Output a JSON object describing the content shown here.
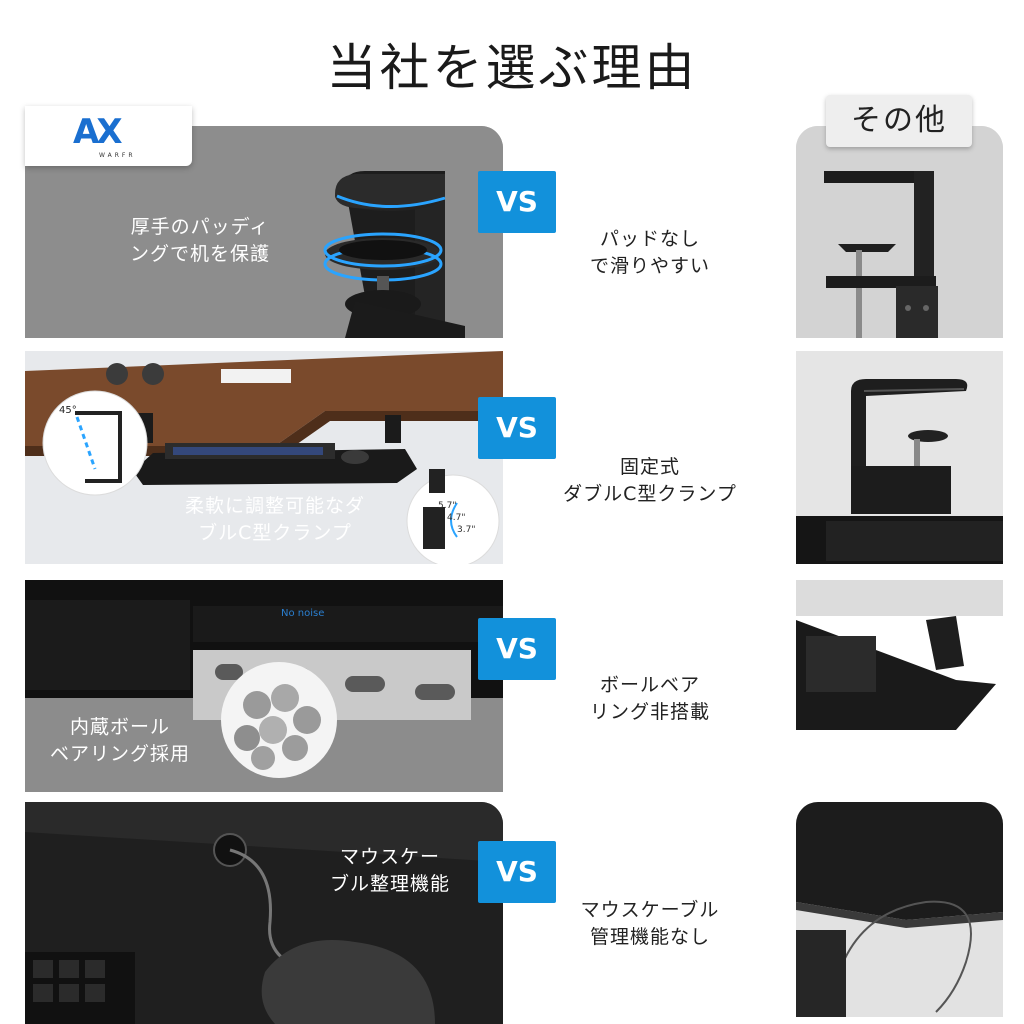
{
  "title": "当社を選ぶ理由",
  "brand": {
    "logo_text": "AX",
    "logo_sub": "WARFR"
  },
  "other_label": "その他",
  "vs_label": "VS",
  "rows": [
    {
      "left": "厚手のパッディ\nングで机を保護",
      "right": "パッドなし\nで滑りやすい"
    },
    {
      "left": "柔軟に調整可能なダ\nブルC型クランプ",
      "right": "固定式\nダブルC型クランプ",
      "callouts": {
        "angle": "45°",
        "d1": "5.7\"",
        "d2": "4.7\"",
        "d3": "3.7\""
      }
    },
    {
      "left": "内蔵ボール\nベアリング採用",
      "right": "ボールベア\nリング非搭載",
      "rail_label": "No noise"
    },
    {
      "left": "マウスケー\nブル整理機能",
      "right": "マウスケーブル\n管理機能なし"
    }
  ],
  "colors": {
    "vs_blue": "#1291db",
    "glow": "#2aa4ff",
    "panel_gray": "#8d8d8d"
  }
}
